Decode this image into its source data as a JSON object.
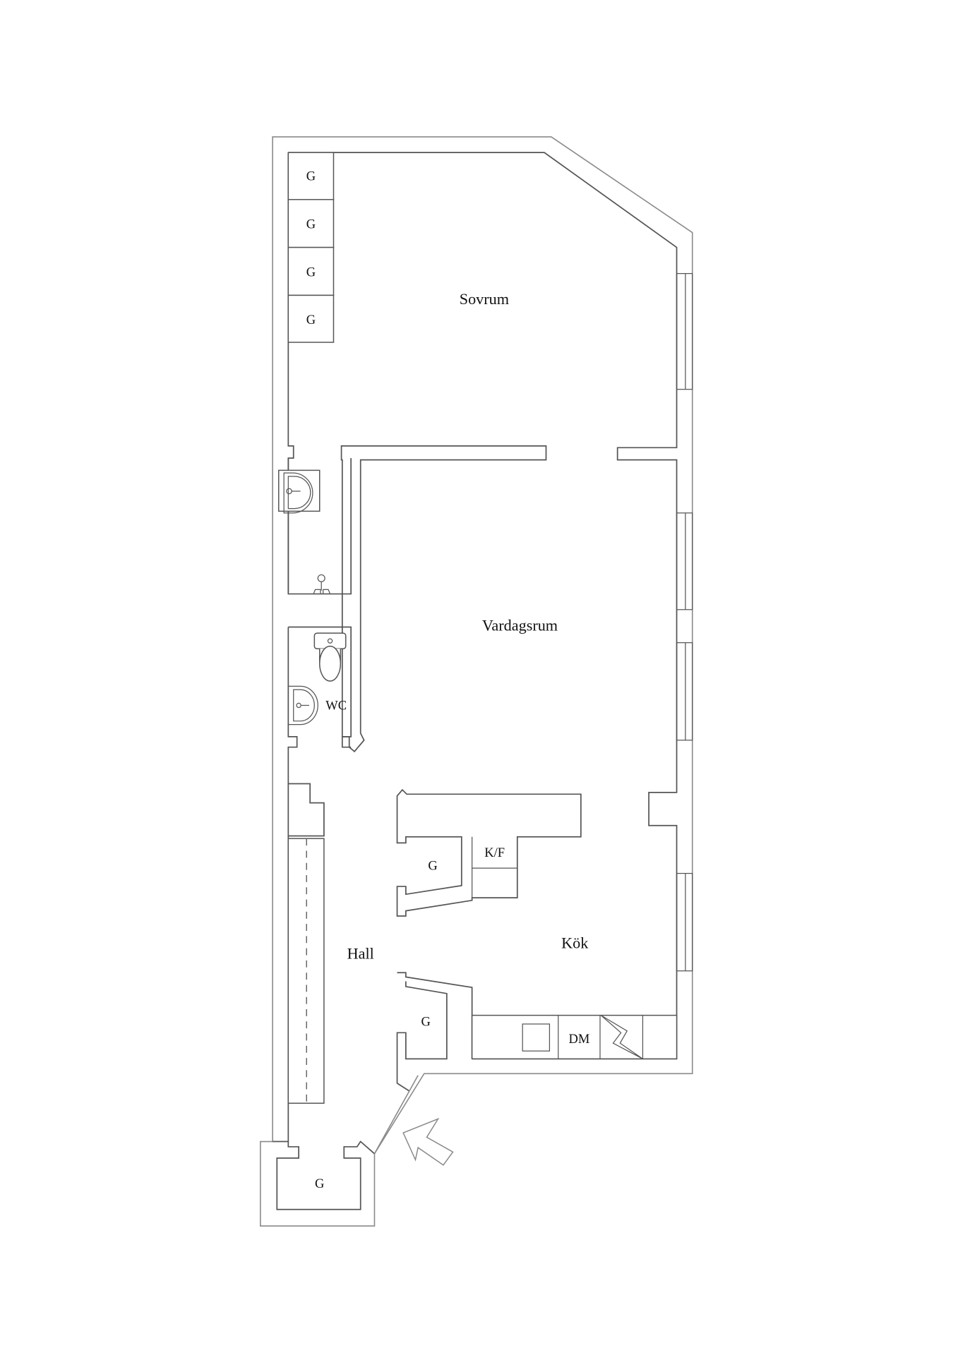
{
  "floorplan": {
    "rooms": {
      "sovrum": "Sovrum",
      "vardagsrum": "Vardagsrum",
      "kok": "Kök",
      "hall": "Hall",
      "wc": "WC"
    },
    "fixtures": {
      "wardrobe_label": "G",
      "fridge_freezer": "K/F",
      "dishwasher": "DM"
    },
    "wardrobes": [
      {
        "id": "sovrum-1",
        "label": "G"
      },
      {
        "id": "sovrum-2",
        "label": "G"
      },
      {
        "id": "sovrum-3",
        "label": "G"
      },
      {
        "id": "sovrum-4",
        "label": "G"
      },
      {
        "id": "hall-upper",
        "label": "G"
      },
      {
        "id": "hall-lower",
        "label": "G"
      },
      {
        "id": "entry",
        "label": "G"
      }
    ],
    "entrance_arrow": "entrance-arrow",
    "colors": {
      "wall_line": "#555555",
      "outer_line": "#8a8a8a",
      "background": "#ffffff"
    }
  }
}
